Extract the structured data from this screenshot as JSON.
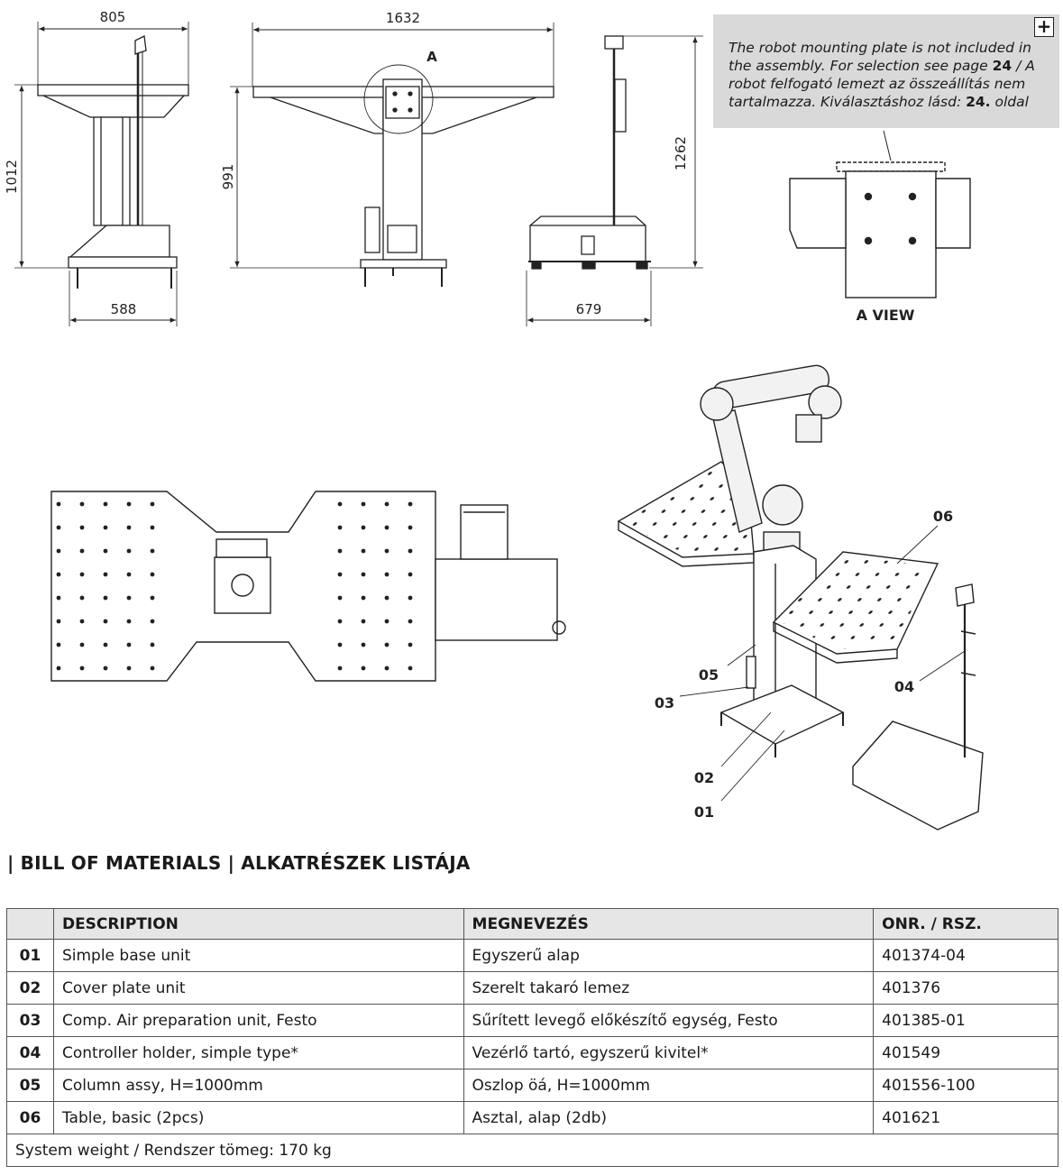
{
  "dimensions": {
    "front_width": "805",
    "front_height": "1012",
    "front_base": "588",
    "side_width": "1632",
    "side_height": "991",
    "detail_marker": "A",
    "right_height": "1262",
    "right_base": "679"
  },
  "note": {
    "en": "The robot mounting plate is not included in the assembly. For selection see page",
    "page": "24",
    "separator": " / ",
    "hu": "A robot felfogató lemezt az összeállítás nem tartalmazza. Kiválasztáshoz lásd:",
    "hu_page": "24.",
    "hu_tail": " oldal",
    "expand_label": "+"
  },
  "a_view_label": "A VIEW",
  "callouts": [
    "06",
    "05",
    "03",
    "04",
    "02",
    "01"
  ],
  "bom": {
    "heading": "| BILL OF MATERIALS | ALKATRÉSZEK LISTÁJA",
    "columns": [
      "",
      "DESCRIPTION",
      "MEGNEVEZÉS",
      "ONR. / RSZ."
    ],
    "rows": [
      {
        "num": "01",
        "desc": "Simple base unit",
        "hu": "Egyszerű alap",
        "part": "401374-04"
      },
      {
        "num": "02",
        "desc": "Cover plate unit",
        "hu": "Szerelt takaró lemez",
        "part": "401376"
      },
      {
        "num": "03",
        "desc": "Comp. Air preparation unit, Festo",
        "hu": "Sűrített levegő előkészítő egység, Festo",
        "part": "401385-01"
      },
      {
        "num": "04",
        "desc": "Controller holder, simple type*",
        "hu": "Vezérlő tartó, egyszerű kivitel*",
        "part": "401549"
      },
      {
        "num": "05",
        "desc": "Column assy, H=1000mm",
        "hu": "Oszlop öá, H=1000mm",
        "part": "401556-100"
      },
      {
        "num": "06",
        "desc": "Table, basic (2pcs)",
        "hu": "Asztal, alap (2db)",
        "part": "401621"
      }
    ],
    "footer": "System weight / Rendszer tömeg: 170 kg"
  }
}
